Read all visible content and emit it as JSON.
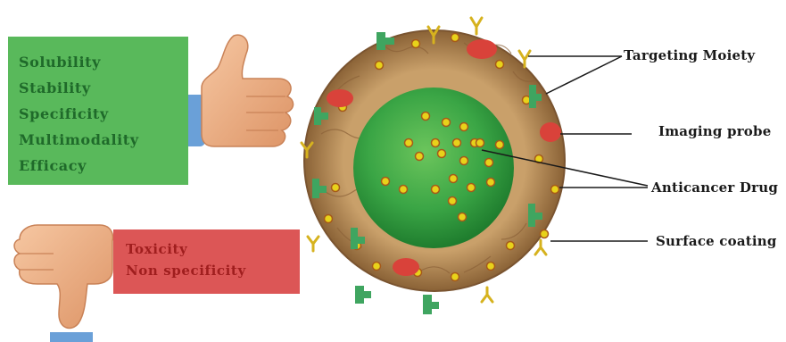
{
  "benefits": {
    "items": [
      "Solubility",
      "Stability",
      "Specificity",
      "Multimodality",
      "Efficacy"
    ]
  },
  "risks": {
    "items": [
      "Toxicity",
      "Non specificity"
    ]
  },
  "labels": {
    "targeting": "Targeting Moiety",
    "imaging": "Imaging probe",
    "drug": "Anticancer Drug",
    "coating": "Surface coating"
  },
  "colors": {
    "benefits_bg": "#59b95b",
    "risks_bg": "#dc5656",
    "core": "#2f9a3e",
    "shell": "#b58a55",
    "drug_dot": "#e8d21a",
    "probe": "#d9423a"
  }
}
